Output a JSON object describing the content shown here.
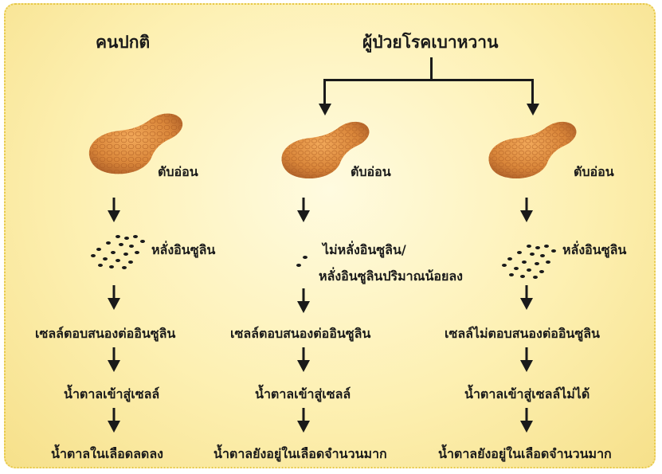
{
  "headers": {
    "normal": "คนปกติ",
    "diabetic": "ผู้ป่วยโรคเบาหวาน"
  },
  "columns": [
    {
      "organ_label": "ตับอ่อน",
      "secretion": [
        "หลั่งอินซูลิน"
      ],
      "cell_response": "เซลล์ตอบสนองต่ออินซูลิน",
      "sugar_entry": "น้ำตาลเข้าสู่เซลล์",
      "blood_sugar": "น้ำตาลในเลือดลดลง"
    },
    {
      "organ_label": "ตับอ่อน",
      "secretion": [
        "ไม่หลั่งอินซูลิน/",
        "หลั่งอินซูลินปริมาณน้อยลง"
      ],
      "cell_response": "เซลล์ตอบสนองต่ออินซูลิน",
      "sugar_entry": "น้ำตาลเข้าสู่เซลล์",
      "blood_sugar": "น้ำตาลยังอยู่ในเลือดจำนวนมาก"
    },
    {
      "organ_label": "ตับอ่อน",
      "secretion": [
        "หลั่งอินซูลิน"
      ],
      "cell_response": "เซลล์ไม่ตอบสนองต่ออินซูลิน",
      "sugar_entry": "น้ำตาลเข้าสู่เซลล์ไม่ได้",
      "blood_sugar": "น้ำตาลยังอยู่ในเลือดจำนวนมาก"
    }
  ],
  "colors": {
    "background": "#fdf0b2",
    "border": "#e7c94a",
    "pancreas": "#d9863a",
    "text": "#1a1a1a"
  },
  "icons": [
    "pancreas-icon",
    "insulin-dots-icon",
    "arrow-down-icon"
  ]
}
